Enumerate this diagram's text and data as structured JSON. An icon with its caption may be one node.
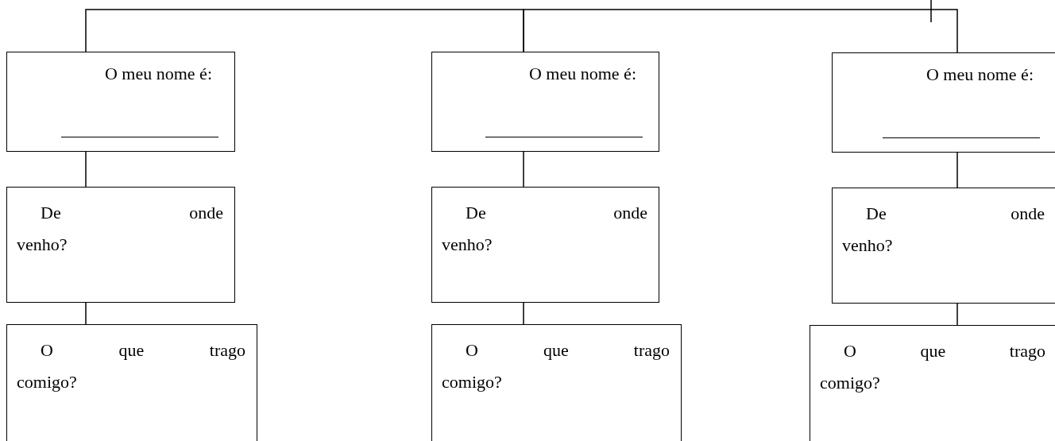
{
  "diagram": {
    "nodes": [
      {
        "text": [
          "O meu nome é:"
        ]
      },
      {
        "text": [
          "O meu nome é:"
        ]
      },
      {
        "text": [
          "O meu nome é:"
        ]
      },
      {
        "text": [
          "De onde venho?"
        ]
      },
      {
        "text": [
          "De onde venho?"
        ]
      },
      {
        "text": [
          "De onde venho?"
        ]
      },
      {
        "text": [
          "O que trago comigo?"
        ]
      },
      {
        "text": [
          "O que trago comigo?"
        ]
      },
      {
        "text": [
          "O que trago comigo?"
        ]
      }
    ],
    "edges": [
      {
        "from": 0,
        "to": 1,
        "arrow": "none"
      },
      {
        "from": 1,
        "to": 2,
        "arrow": "none"
      },
      {
        "from": 0,
        "to": 3,
        "arrow": "none"
      },
      {
        "from": 3,
        "to": 6,
        "arrow": "none"
      },
      {
        "from": 1,
        "to": 4,
        "arrow": "none"
      },
      {
        "from": 4,
        "to": 7,
        "arrow": "none"
      },
      {
        "from": 2,
        "to": 5,
        "arrow": "none"
      },
      {
        "from": 5,
        "to": 8,
        "arrow": "none"
      }
    ]
  }
}
